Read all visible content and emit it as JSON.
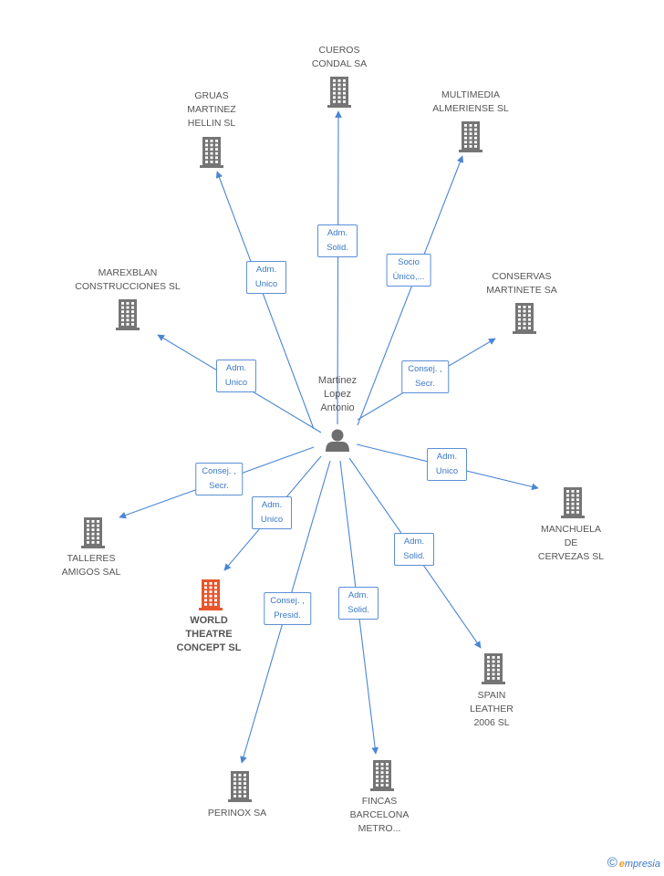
{
  "center": {
    "name": "Martinez\nLopez\nAntonio",
    "icon": "person-icon"
  },
  "colors": {
    "edge": "#4a86d4",
    "building": "#757575",
    "building_active": "#e8552d",
    "label_border": "#5b8fd6",
    "label_text": "#3b78c8"
  },
  "nodes": [
    {
      "id": "cueros",
      "name": "CUEROS\nCONDAL SA",
      "relation": "Adm.\nSolid.",
      "active": false
    },
    {
      "id": "gruas",
      "name": "GRUAS\nMARTINEZ\nHELLIN SL",
      "relation": "Adm.\nUnico",
      "active": false
    },
    {
      "id": "multimedia",
      "name": "MULTIMEDIA\nALMERIENSE SL",
      "relation": "Socio\nÚnico,...",
      "active": false
    },
    {
      "id": "marexblan",
      "name": "MAREXBLAN\nCONSTRUCCIONES SL",
      "relation": "Adm.\nUnico",
      "active": false
    },
    {
      "id": "conservas",
      "name": "CONSERVAS\nMARTINETE SA",
      "relation": "Consej. ,\nSecr.",
      "active": false
    },
    {
      "id": "manchuela",
      "name": "MANCHUELA\nDE\nCERVEZAS SL",
      "relation": "Adm.\nUnico",
      "active": false
    },
    {
      "id": "talleres",
      "name": "TALLERES\nAMIGOS SAL",
      "relation": "Consej. ,\nSecr.",
      "active": false
    },
    {
      "id": "world",
      "name": "WORLD\nTHEATRE\nCONCEPT SL",
      "relation": "Adm.\nUnico",
      "active": true
    },
    {
      "id": "spain",
      "name": "SPAIN\nLEATHER\n2006 SL",
      "relation": "Adm.\nSolid.",
      "active": false
    },
    {
      "id": "perinox",
      "name": "PERINOX SA",
      "relation": "Consej. ,\nPresid.",
      "active": false
    },
    {
      "id": "fincas",
      "name": "FINCAS\nBARCELONA\nMETRO...",
      "relation": "Adm.\nSolid.",
      "active": false
    }
  ],
  "footer": {
    "copyright": "©",
    "brand_e": "e",
    "brand_rest": "mpresia"
  }
}
